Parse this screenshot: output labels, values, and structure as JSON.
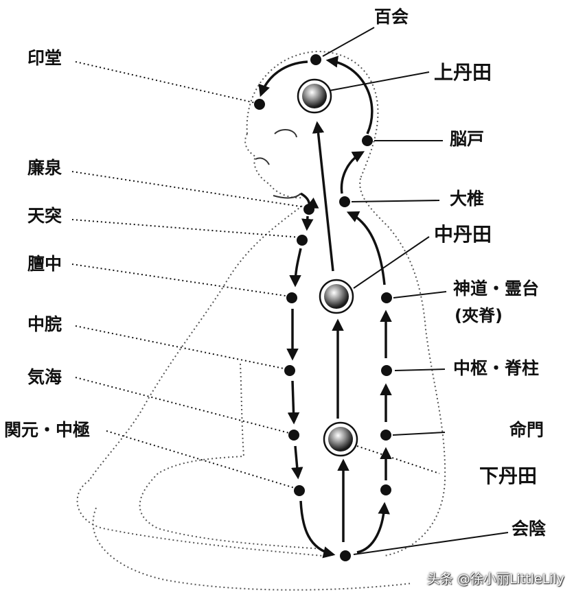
{
  "labels": {
    "baihui": "百会",
    "yintang": "印堂",
    "upper_dantian": "上丹田",
    "naohu": "脳戸",
    "lianquan": "廉泉",
    "tiantu": "天突",
    "dazhui": "大椎",
    "middle_dantian": "中丹田",
    "danzhong": "膻中",
    "shendao_lingtai": "神道・霊台",
    "jiaji": "(夾脊)",
    "zhongwan": "中脘",
    "zhongshu_jizhu": "中枢・脊柱",
    "qihai": "気海",
    "mingmen": "命門",
    "guanyuan_zhongji": "関元・中極",
    "lower_dantian": "下丹田",
    "huiyin": "会陰"
  },
  "watermark": "头条 @徐小丽LittleLily",
  "colors": {
    "ink": "#111111",
    "figure_outline": "#555555",
    "background": "#ffffff"
  }
}
